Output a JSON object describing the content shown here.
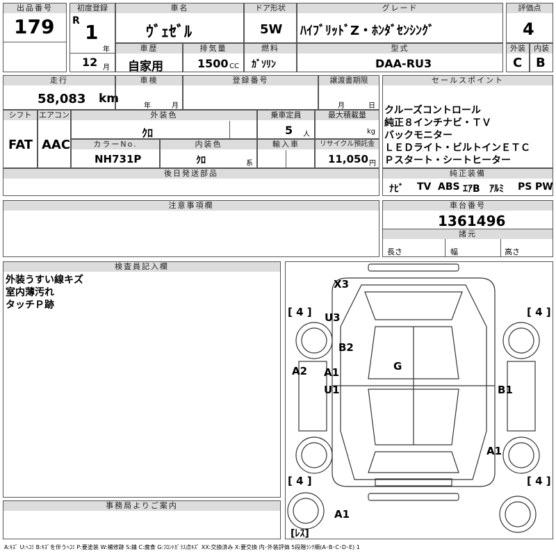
{
  "headers": {
    "lot_no": "出品番号",
    "first_reg": "初度登録",
    "car_name": "車名",
    "door": "ドア形状",
    "grade": "グレード",
    "score": "評価点",
    "history": "車歴",
    "displacement": "排気量",
    "fuel": "燃料",
    "model": "型式",
    "exterior": "外装",
    "interior": "内装",
    "mileage": "走行",
    "inspection": "車検",
    "reg_no": "登録番号",
    "transfer_deadline": "譲渡書期限",
    "shift": "シフト",
    "ac": "エアコン",
    "ext_color": "外装色",
    "capacity": "乗車定員",
    "max_load": "最大積載量",
    "color_no": "カラーNo.",
    "int_color": "内装色",
    "import": "輸入車",
    "recycle": "リサイクル預託金",
    "later_parts": "後日発送部品",
    "sales_point": "セールスポイント",
    "genuine_equipment": "純正装備",
    "notes": "注意事項欄",
    "chassis_no": "車台番号",
    "specs": "諸元",
    "inspector": "検査員記入欄",
    "office": "事務局よりご案内"
  },
  "values": {
    "lot_no": "179",
    "first_reg_era": "R",
    "first_reg_year": "1",
    "year_unit": "年",
    "first_reg_month": "12",
    "month_unit": "月",
    "car_name": "ｳﾞｪｾﾞﾙ",
    "door": "5W",
    "grade": "ﾊｲﾌﾞﾘｯﾄﾞZ・ﾎﾝﾀﾞｾﾝｼﾝｸﾞ",
    "score": "4",
    "history": "自家用",
    "displacement": "1500",
    "cc": "CC",
    "fuel": "ｶﾞｿﾘﾝ",
    "model": "DAA-RU3",
    "exterior": "C",
    "interior": "B",
    "mileage": "58,083",
    "km": "km",
    "insp_year": "年",
    "insp_month": "月",
    "transfer_month": "月",
    "transfer_day": "日",
    "shift": "FAT",
    "ac": "AAC",
    "ext_color": "ｸﾛ",
    "capacity": "5",
    "capacity_unit": "人",
    "load_unit": "kg",
    "color_no": "NH731P",
    "int_color": "ｸﾛ",
    "int_color_suffix": "系",
    "recycle": "11,050",
    "recycle_unit": "円",
    "chassis_no": "1361496",
    "length_label": "長さ",
    "width_label": "幅",
    "height_label": "高さ"
  },
  "sales_points": [
    "クルーズコントロール",
    "純正８インチナビ・ＴＶ",
    "バックモニター",
    "ＬＥＤライト・ビルトインＥＴＣ",
    "Ｐスタート・シートヒーター"
  ],
  "equipment": [
    "ﾅﾋﾞ",
    "TV",
    "ABS",
    "ｴｱB",
    "ｱﾙﾐ",
    "PS",
    "PW"
  ],
  "inspector_notes": [
    "外装うすい線キズ",
    "室内薄汚れ",
    "タッチＰ跡"
  ],
  "diagram_marks": {
    "x3": "X3",
    "u3": "U3",
    "b2": "B2",
    "a2": "A2",
    "a1_left": "A1",
    "u1": "U1",
    "g": "G",
    "b1": "B1",
    "a1_right": "A1",
    "a1_bottom": "A1",
    "tire_fl": "[ 4 ]",
    "tire_fr": "[ 4 ]",
    "tire_rl": "[ 4 ]",
    "tire_rr": "[ 4 ]",
    "spare": "[ﾚｽ]"
  },
  "legend": "A:ｷｽﾞ U:ﾍｺﾐ B:ｷｽﾞを伴うﾍｺﾐ P:要塗装 W:補修跡 S:錆 C:腐食 G:ﾌﾛﾝﾄｶﾞﾗｽ点ｷｽﾞ XX:交換済み X:要交換 内･外装評価 5段階ﾗﾝｸ順(A･B･C･D･E) 1"
}
